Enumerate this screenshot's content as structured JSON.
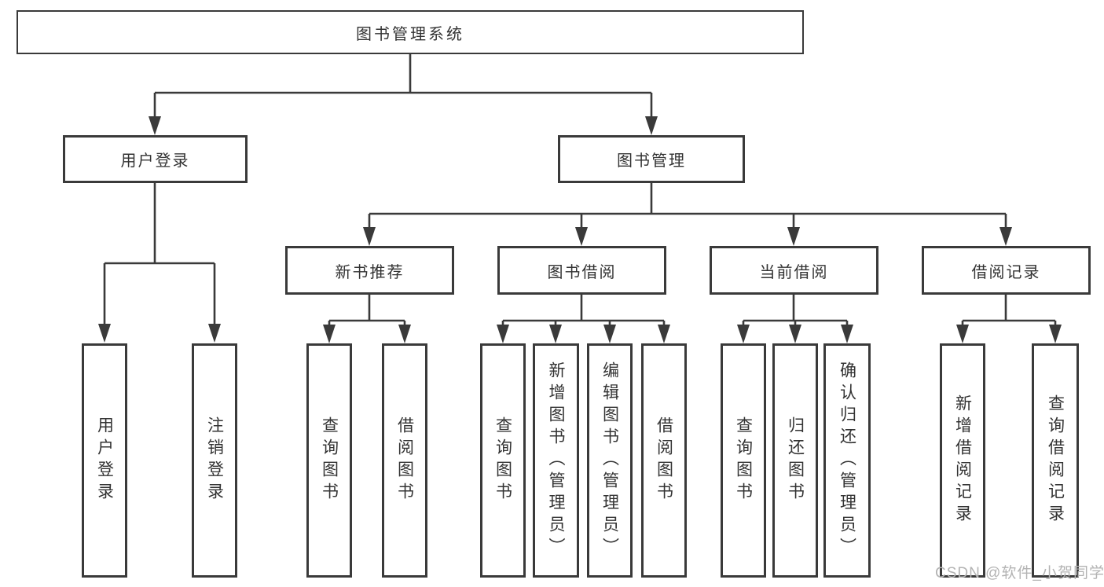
{
  "colors": {
    "line": "#3a3a3a",
    "text": "#333333",
    "watermark": "#b3b3b3",
    "box_background": "#ffffff"
  },
  "watermark": "CSDN @软件_小贺同学",
  "tree": {
    "root": {
      "label": "图书管理系统",
      "children": [
        {
          "label": "用户登录",
          "children": [
            {
              "label": "用户登录"
            },
            {
              "label": "注销登录"
            }
          ]
        },
        {
          "label": "图书管理",
          "children": [
            {
              "label": "新书推荐",
              "children": [
                {
                  "label": "查询图书"
                },
                {
                  "label": "借阅图书"
                }
              ]
            },
            {
              "label": "图书借阅",
              "children": [
                {
                  "label": "查询图书"
                },
                {
                  "label": "新增图书（管理员）"
                },
                {
                  "label": "编辑图书（管理员）"
                },
                {
                  "label": "借阅图书"
                }
              ]
            },
            {
              "label": "当前借阅",
              "children": [
                {
                  "label": "查询图书"
                },
                {
                  "label": "归还图书"
                },
                {
                  "label": "确认归还（管理员）"
                }
              ]
            },
            {
              "label": "借阅记录",
              "children": [
                {
                  "label": "新增借阅记录"
                },
                {
                  "label": "查询借阅记录"
                }
              ]
            }
          ]
        }
      ]
    }
  }
}
